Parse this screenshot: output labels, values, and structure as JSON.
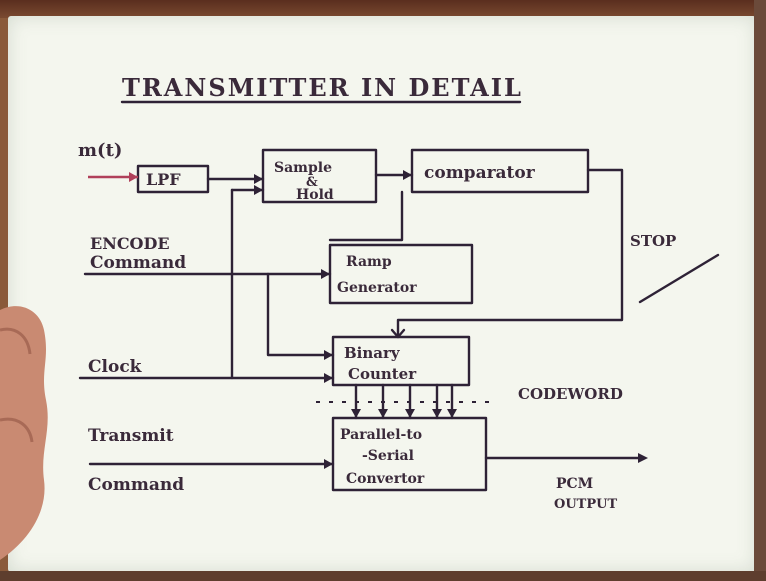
{
  "title": "TRANSMITTER IN DETAIL",
  "inputs": {
    "signal": "m(t)",
    "encode_line1": "ENCODE",
    "encode_line2": "Command",
    "clock": "Clock",
    "transmit_line1": "Transmit",
    "transmit_line2": "Command"
  },
  "blocks": {
    "lpf": "LPF",
    "sample_hold_line1": "Sample",
    "sample_hold_line2": "&",
    "sample_hold_line3": "Hold",
    "comparator": "comparator",
    "ramp_line1": "Ramp",
    "ramp_line2": "Generator",
    "counter_line1": "Binary",
    "counter_line2": "Counter",
    "pts_line1": "Parallel-to",
    "pts_line2": "-Serial",
    "pts_line3": "Convertor"
  },
  "annotations": {
    "stop": "STOP",
    "codeword": "CODEWORD",
    "output_line1": "PCM",
    "output_line2": "OUTPUT"
  },
  "colors": {
    "ink": "#2e2236",
    "signal_line": "#b0405a",
    "paper": "#f4f6ee"
  }
}
